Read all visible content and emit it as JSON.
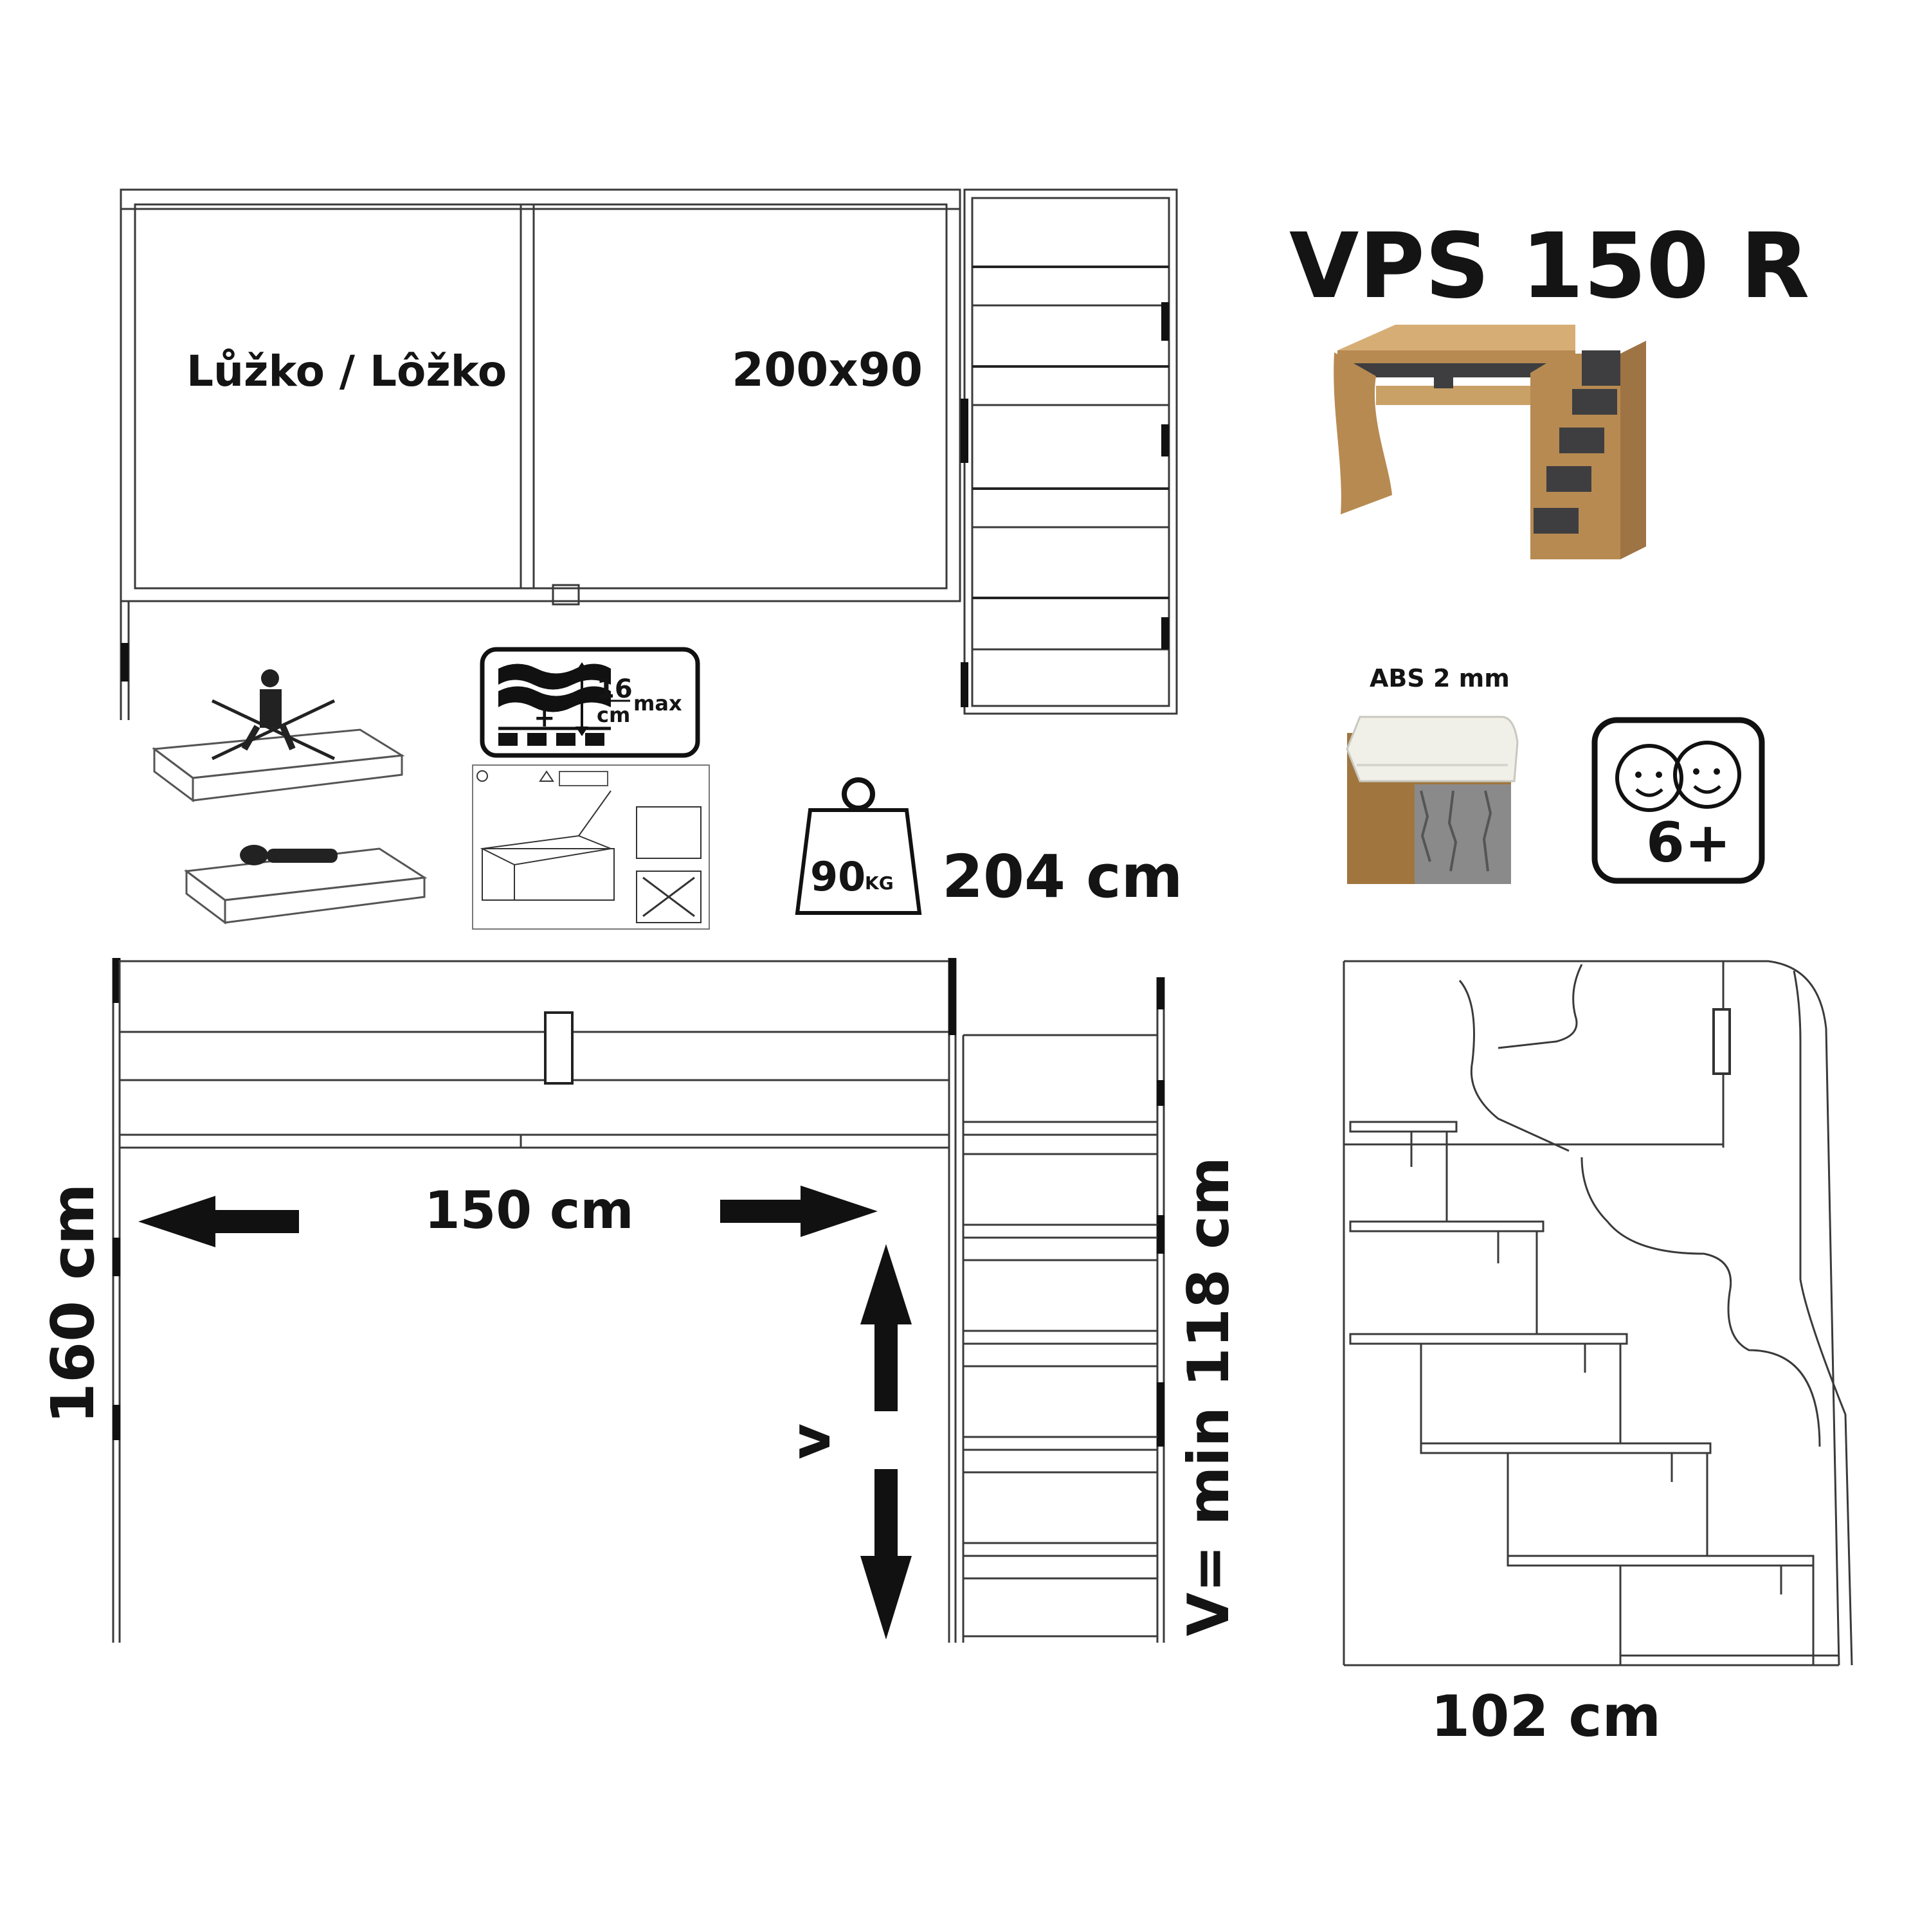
{
  "product": {
    "model": "VPS 150 R"
  },
  "top_view": {
    "bed_label": "Lůžko / Lôžko",
    "bed_size": "200x90"
  },
  "icons": {
    "mattress_height": "16",
    "mattress_unit": "cm",
    "mattress_max": "max",
    "weight_value": "90",
    "weight_unit": "KG",
    "edge_label": "ABS 2 mm",
    "age_label": "6+"
  },
  "dimensions": {
    "total_length": "204 cm",
    "inner_width": "150 cm",
    "height": "160 cm",
    "v_marker": "v",
    "clearance": "V= min 118 cm",
    "depth": "102 cm"
  },
  "colors": {
    "oak": "#b78a52",
    "anthracite": "#3e3e40",
    "line": "#3a3a3a"
  }
}
